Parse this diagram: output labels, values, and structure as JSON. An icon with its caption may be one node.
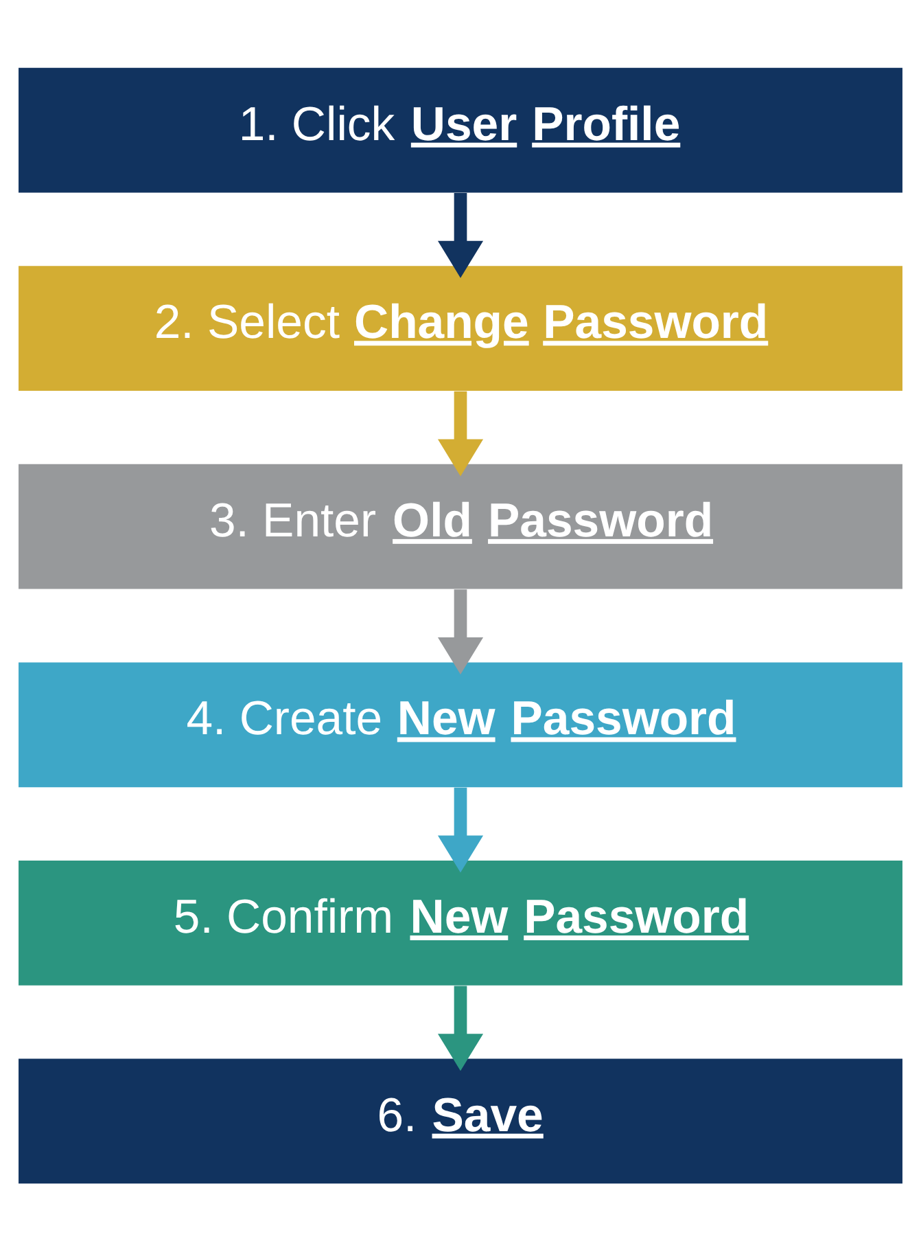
{
  "diagram": {
    "nodes": [
      {
        "text": [
          "1. Click **User Profile**"
        ]
      },
      {
        "text": [
          "2. Select **Change Password**"
        ]
      },
      {
        "text": [
          "3. Enter **Old Password**"
        ]
      },
      {
        "text": [
          "4. Create **New Password**"
        ]
      },
      {
        "text": [
          "5. Confirm **New Password**"
        ]
      },
      {
        "text": [
          "6. **Save**"
        ]
      }
    ],
    "edges": [
      {
        "from": 0,
        "to": 1,
        "arrow": "to",
        "color": "#11335f"
      },
      {
        "from": 1,
        "to": 2,
        "arrow": "to",
        "color": "#d3ad33"
      },
      {
        "from": 2,
        "to": 3,
        "arrow": "to",
        "color": "#97999b"
      },
      {
        "from": 3,
        "to": 4,
        "arrow": "to",
        "color": "#3ea7c7"
      },
      {
        "from": 4,
        "to": 5,
        "arrow": "to",
        "color": "#2b9580"
      }
    ]
  }
}
